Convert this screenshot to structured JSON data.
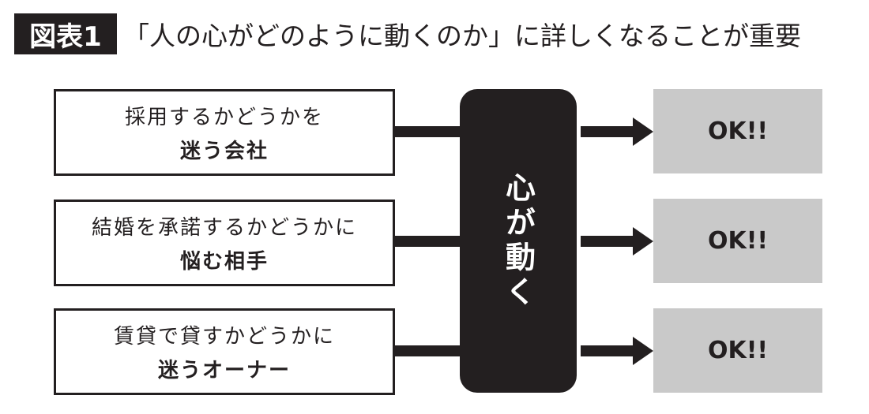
{
  "header": {
    "tag": "図表1",
    "title": "「人の心がどのように動くのか」に詳しくなることが重要"
  },
  "left_boxes": [
    {
      "line1": "採用するかどうかを",
      "line2": "迷う会社"
    },
    {
      "line1": "結婚を承諾するかどうかに",
      "line2": "悩む相手"
    },
    {
      "line1": "賃貸で貸すかどうかに",
      "line2": "迷うオーナー"
    }
  ],
  "center": {
    "label": "心が動く"
  },
  "right_boxes": [
    {
      "label": "OK!!"
    },
    {
      "label": "OK!!"
    },
    {
      "label": "OK!!"
    }
  ]
}
